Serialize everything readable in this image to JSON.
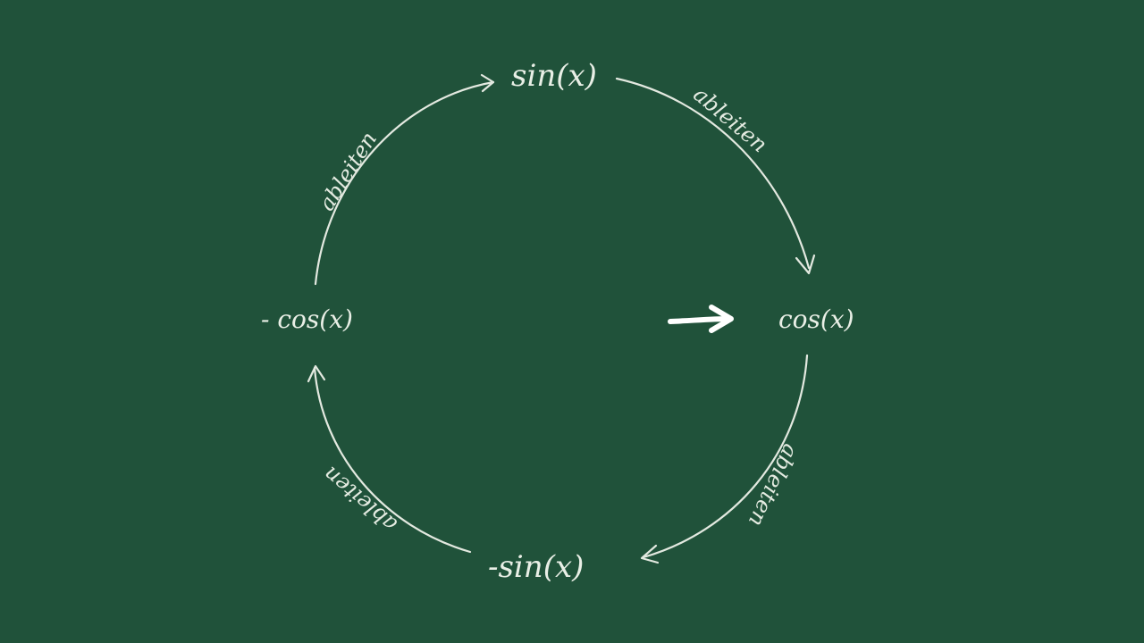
{
  "diagram": {
    "nodes": {
      "top": "sin(x)",
      "right": "cos(x)",
      "bottom": "-sin(x)",
      "left": "- cos(x)"
    },
    "edges": {
      "top_to_right": "ableiten",
      "right_to_bottom": "ableiten",
      "bottom_to_left": "ableiten",
      "left_to_top": "ableiten"
    },
    "current_node": "right"
  },
  "colors": {
    "board": "#20523a",
    "chalk": "#e9efe6",
    "pointer": "#ffffff"
  }
}
